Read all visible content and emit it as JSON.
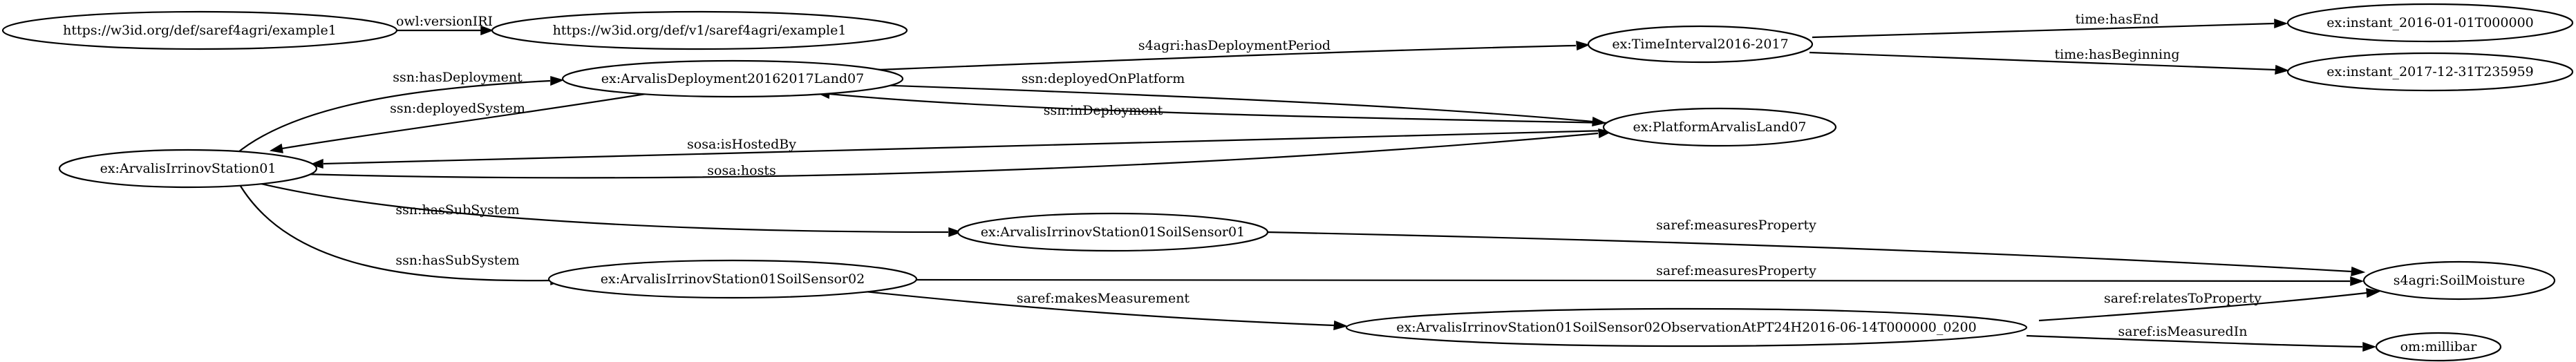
{
  "diagram": {
    "nodes": {
      "example1": "https://w3id.org/def/saref4agri/example1",
      "example1_v1": "https://w3id.org/def/v1/saref4agri/example1",
      "deployment": "ex:ArvalisDeployment20162017Land07",
      "interval": "ex:TimeInterval2016-2017",
      "instant_2016": "ex:instant_2016-01-01T000000",
      "instant_2017": "ex:instant_2017-12-31T235959",
      "station": "ex:ArvalisIrrinovStation01",
      "platform": "ex:PlatformArvalisLand07",
      "sensor01": "ex:ArvalisIrrinovStation01SoilSensor01",
      "sensor02": "ex:ArvalisIrrinovStation01SoilSensor02",
      "soil_moisture": "s4agri:SoilMoisture",
      "observation": "ex:ArvalisIrrinovStation01SoilSensor02ObservationAtPT24H2016-06-14T000000_0200",
      "millibar": "om:millibar"
    },
    "edges": {
      "version_iri": "owl:versionIRI",
      "has_deployment_period": "s4agri:hasDeploymentPeriod",
      "has_end": "time:hasEnd",
      "has_beginning": "time:hasBeginning",
      "has_deployment": "ssn:hasDeployment",
      "deployed_system": "ssn:deployedSystem",
      "deployed_on_platform": "ssn:deployedOnPlatform",
      "in_deployment": "ssn:inDeployment",
      "is_hosted_by": "sosa:isHostedBy",
      "hosts": "sosa:hosts",
      "has_sub_system_1": "ssn:hasSubSystem",
      "has_sub_system_2": "ssn:hasSubSystem",
      "measures_property_1": "saref:measuresProperty",
      "measures_property_2": "saref:measuresProperty",
      "makes_measurement": "saref:makesMeasurement",
      "relates_to_property": "saref:relatesToProperty",
      "is_measured_in": "saref:isMeasuredIn"
    }
  }
}
